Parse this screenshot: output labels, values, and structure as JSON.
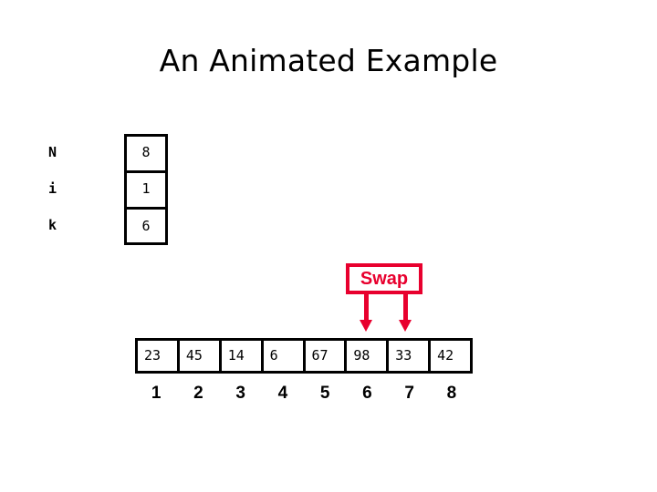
{
  "slide": {
    "title": "An Animated Example",
    "background_color": "#FFFFFF",
    "accent_color": "#E8002E",
    "text_color": "#000000"
  },
  "variables": {
    "rows": [
      {
        "name": "N",
        "value": "8"
      },
      {
        "name": "i",
        "value": "1"
      },
      {
        "name": "k",
        "value": "6"
      }
    ]
  },
  "callout": {
    "label": "Swap",
    "color": "#E8002E",
    "arrows": [
      {
        "name": "swap-arrow-left",
        "target_index": "6",
        "direction": "down"
      },
      {
        "name": "swap-arrow-right",
        "target_index": "7",
        "direction": "down"
      }
    ]
  },
  "array": {
    "values": [
      "23",
      "45",
      "14",
      "6",
      "67",
      "98",
      "33",
      "42"
    ],
    "indices": [
      "1",
      "2",
      "3",
      "4",
      "5",
      "6",
      "7",
      "8"
    ]
  }
}
